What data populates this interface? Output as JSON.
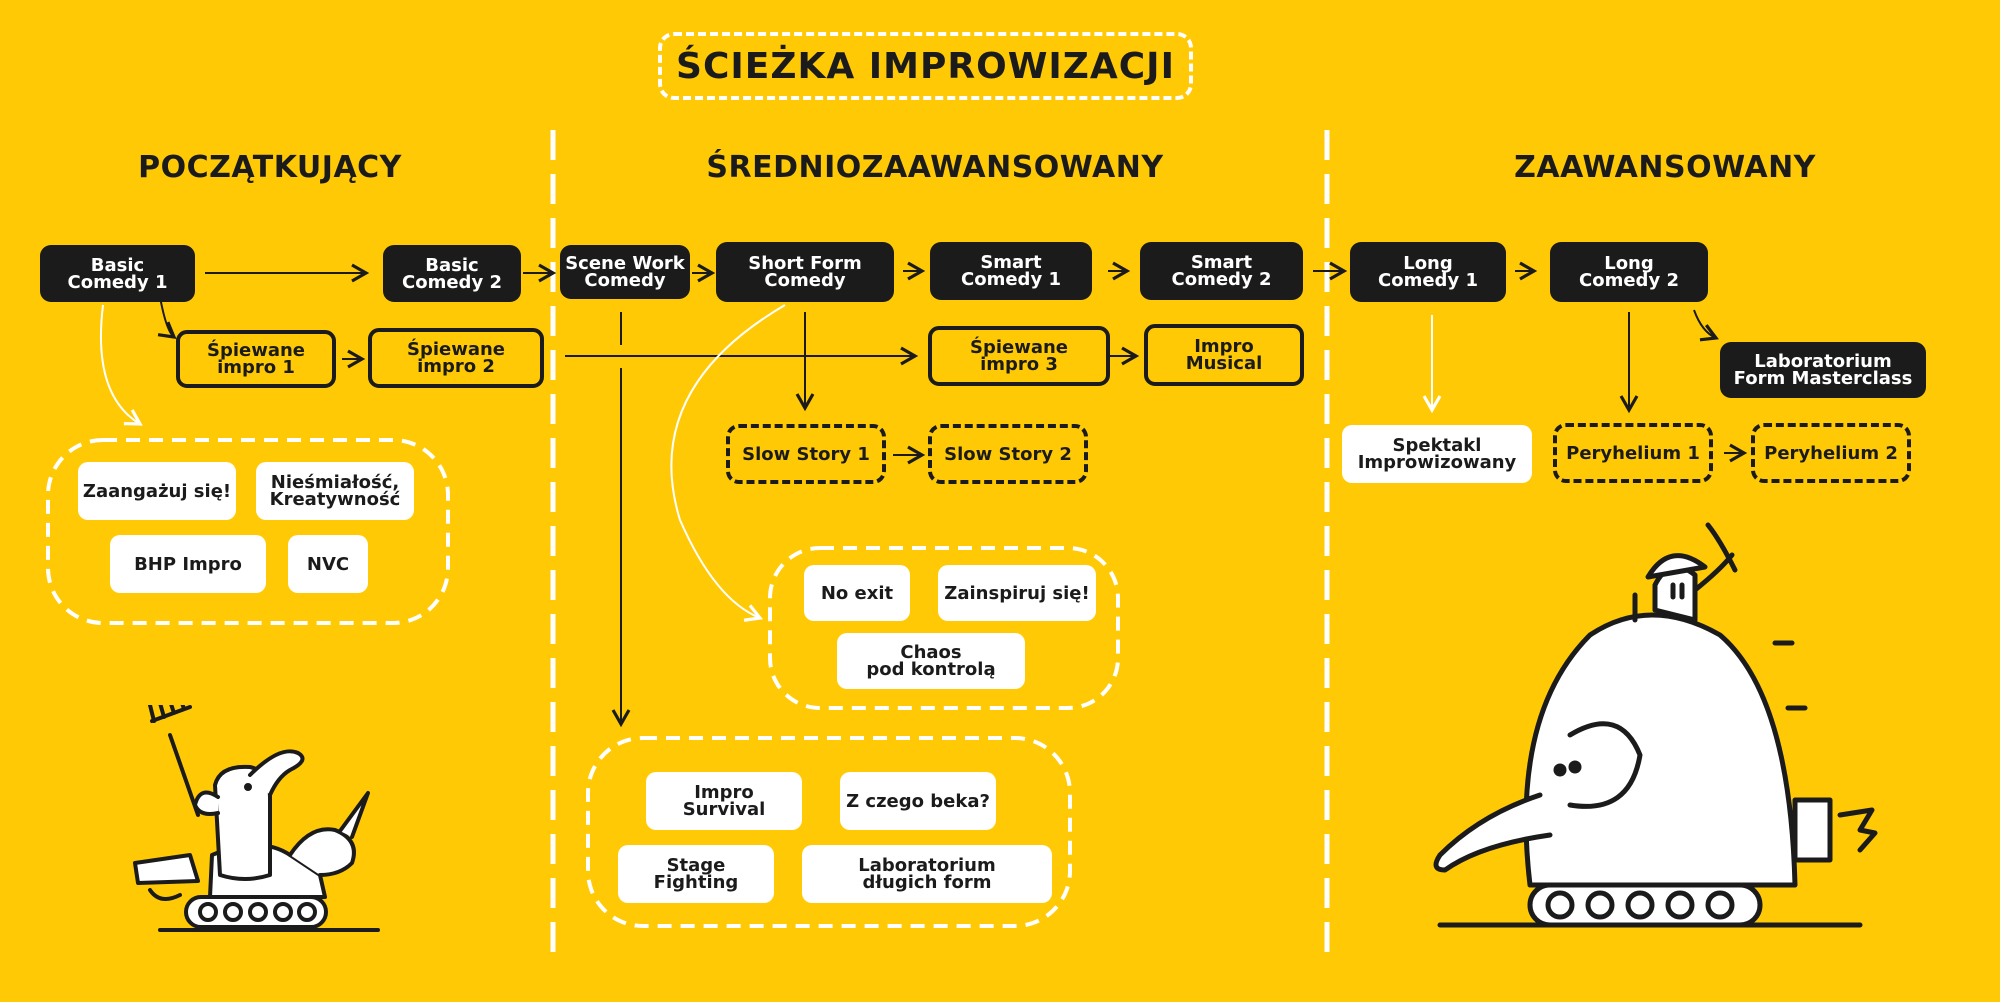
{
  "title": "ŚCIEŻKA IMPROWIZACJI",
  "levels": {
    "beginner": "POCZĄTKUJĄCY",
    "intermediate": "ŚREDNIOZAAWANSOWANY",
    "advanced": "ZAAWANSOWANY"
  },
  "courses": {
    "basic_comedy_1": "Basic\nComedy 1",
    "basic_comedy_2": "Basic\nComedy 2",
    "spiewane_impro_1": "Śpiewane\nimpro 1",
    "spiewane_impro_2": "Śpiewane\nimpro 2",
    "scene_work_comedy": "Scene Work\nComedy",
    "short_form_comedy": "Short Form\nComedy",
    "smart_comedy_1": "Smart\nComedy 1",
    "smart_comedy_2": "Smart\nComedy 2",
    "spiewane_impro_3": "Śpiewane\nimpro 3",
    "impro_musical": "Impro\nMusical",
    "slow_story_1": "Slow Story 1",
    "slow_story_2": "Slow Story 2",
    "long_comedy_1": "Long\nComedy 1",
    "long_comedy_2": "Long\nComedy 2",
    "laboratorium_form_masterclass": "Laboratorium\nForm Masterclass",
    "spektakl_improwizowany": "Spektakl\nImprowizowany",
    "peryhelium_1": "Peryhelium 1",
    "peryhelium_2": "Peryhelium 2"
  },
  "workshops": {
    "zaangazuj_sie": "Zaangażuj się!",
    "niesmialosc": "Nieśmiałość,\nKreatywność",
    "bhp_impro": "BHP Impro",
    "nvc": "NVC",
    "no_exit": "No exit",
    "zainspiruj_sie": "Zainspiruj się!",
    "chaos_pod_kontrola": "Chaos\npod kontrolą",
    "impro_survival": "Impro Survival",
    "z_czego_beka": "Z czego beka?",
    "stage_fighting": "Stage\nFighting",
    "laboratorium_dlugich_form": "Laboratorium\ndługich form"
  },
  "legend_styles": {
    "core_course": "solid-dark",
    "music_course": "outlined",
    "optional_course": "dashed",
    "workshop": "white"
  },
  "colors": {
    "background": "#FFCA05",
    "dark": "#1B1B1B",
    "white": "#FFFFFF"
  },
  "illustrations": [
    "elephant-knight-riding-unicorn-tank",
    "elephant-tank-with-soldier"
  ]
}
